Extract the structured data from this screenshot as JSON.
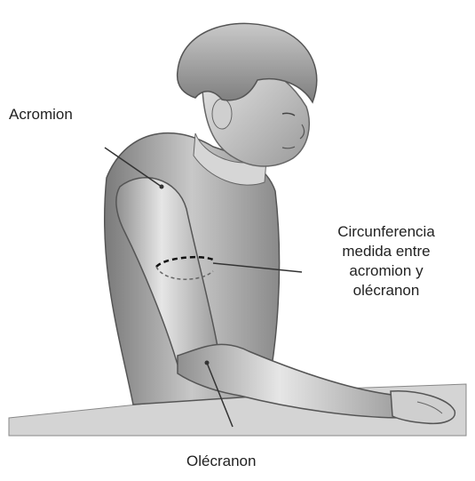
{
  "labels": {
    "acromion": "Acromion",
    "circumference": [
      "Circunferencia",
      "medida entre",
      "acromion y",
      "olécranon"
    ],
    "olecranon": "Olécranon"
  }
}
